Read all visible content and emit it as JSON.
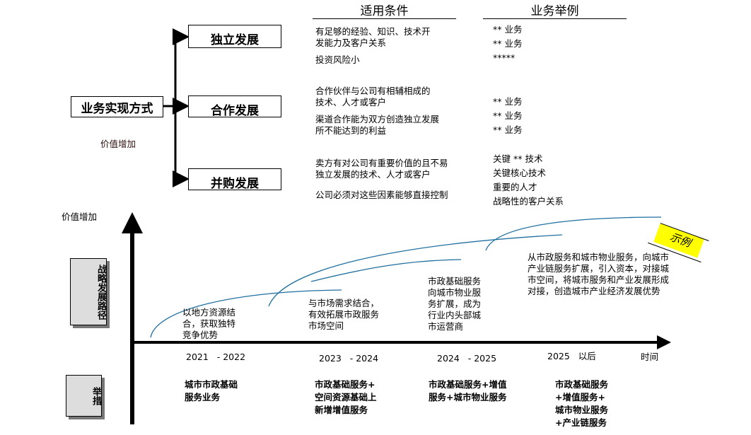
{
  "top": {
    "root_label": "业务实现方式",
    "value_note": "价值增加",
    "header_conditions": "适用条件",
    "header_examples": "业务举例",
    "modes": [
      {
        "label": "独立发展",
        "conditions": [
          "有足够的经验、知识、技术开",
          "发能力及客户关系",
          "投资风险小"
        ],
        "examples": [
          "** 业务",
          "** 业务",
          "*****"
        ]
      },
      {
        "label": "合作发展",
        "conditions": [
          "合作伙伴与公司有相辅相成的",
          "技术、人才或客户",
          "渠道合作能为双方创造独立发展",
          "所不能达到的利益"
        ],
        "examples": [
          "** 业务",
          "** 业务",
          "** 业务"
        ]
      },
      {
        "label": "并购发展",
        "conditions": [
          "卖方有对公司有重要价值的且不易",
          "独立发展的技术、人才或客户",
          "公司必须对这些因素能够直接控制"
        ],
        "examples": [
          "关键  ** 技术",
          "关键核心技术",
          "重要的人才",
          "战略性的客户关系"
        ]
      }
    ]
  },
  "timeline": {
    "y_axis_label": "价值增加",
    "x_axis_label": "时间",
    "row_label_path": "战略发展路径",
    "row_label_measures": "举措",
    "sample_tag": "示例",
    "stages": [
      {
        "period": "2021   - 2022",
        "path": [
          "以地方资源结",
          "合，获取独特",
          "竞争优势"
        ],
        "measures": [
          "城市市政基础",
          "服务业务"
        ]
      },
      {
        "period": "2023   - 2024",
        "path": [
          "与市场需求结合，",
          "有效拓展市政服务",
          "市场空间"
        ],
        "measures": [
          "市政基础服务+",
          "空间资源基础上",
          "新增增值服务"
        ]
      },
      {
        "period": "2024   - 2025",
        "path": [
          "市政基础服务",
          "向城市物业服",
          "务扩展，成为",
          "行业内头部城",
          "市运营商"
        ],
        "measures": [
          "市政基础服务+增值",
          "服务+城市物业服务"
        ]
      },
      {
        "period": "2025   以后",
        "path": [
          "从市政服务和城市物业服务，向城市",
          "产业链服务扩展，引入资本，对接城",
          "市空间，将城市服务和产业发展形成",
          "对接，创造城市产业经济发展优势"
        ],
        "measures": [
          "市政基础服务",
          "+增值服务+",
          "城市物业服务",
          "+产业链服务"
        ]
      }
    ],
    "colors": {
      "curve": "#1f6fa0",
      "tag": "#ffff00",
      "side_box": "#dddddd"
    }
  }
}
